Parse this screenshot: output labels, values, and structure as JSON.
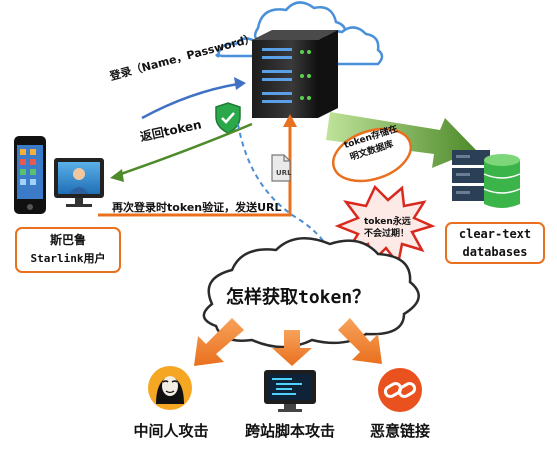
{
  "login_label": "登录（Name，Password）",
  "return_token_label": "返回token",
  "relogin_label": "再次登录时token验证，发送URL",
  "user_label_line1": "斯巴鲁",
  "user_label_line2": "Starlink用户",
  "storage_note_line1": "token存储在",
  "storage_note_line2": "明文数据库",
  "never_expire_line1": "token永远",
  "never_expire_line2": "不会过期！",
  "database_line1": "clear-text",
  "database_line2": "databases",
  "url_file_label": "URL",
  "question": "怎样获取token？",
  "attacks": [
    "中间人攻击",
    "跨站脚本攻击",
    "恶意链接"
  ],
  "colors": {
    "orange": "#e9701e",
    "blue_arrow": "#3f72c4",
    "green_arrow": "#4f8a2b",
    "burst_red": "#d9291f",
    "db_green": "#3bb54a",
    "db_navy": "#2b3f56"
  },
  "icons": [
    "cloud-icon",
    "server-icon",
    "shield-check-icon",
    "smartphone-icon",
    "monitor-user-icon",
    "url-file-icon",
    "database-icon",
    "hacker-icon",
    "monitor-code-icon",
    "link-icon"
  ]
}
